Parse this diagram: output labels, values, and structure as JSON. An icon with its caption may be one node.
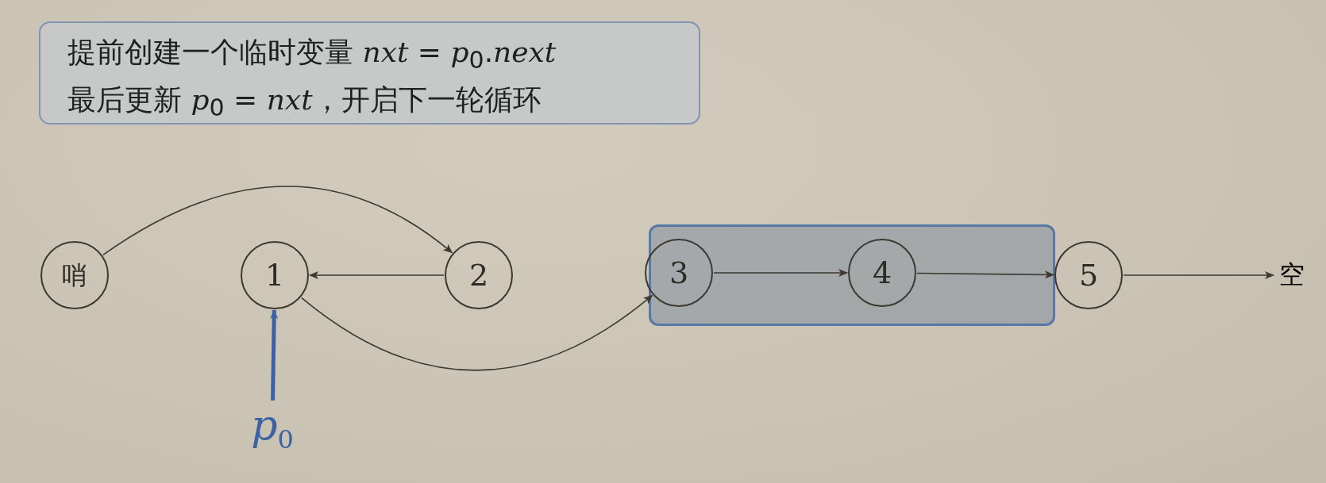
{
  "diagram": {
    "nodes": [
      {
        "text": [
          "提前创建一个临时变量 *nxt* = *p*$_{0}$.*next*",
          "最后更新 *p*$_{0}$ = *nxt*，开启下一轮循环"
        ]
      },
      {
        "text": [
          "哨"
        ]
      },
      {
        "text": [
          "1"
        ]
      },
      {
        "text": [
          "2"
        ]
      },
      {
        "text": [],
        "shape": "box"
      },
      {
        "text": [
          "3"
        ],
        "in": 4
      },
      {
        "text": [
          "4"
        ],
        "in": 4
      },
      {
        "text": [
          "5"
        ]
      },
      {
        "text": [
          "空"
        ]
      },
      {
        "text": [
          "*p*$_{0}$"
        ]
      }
    ],
    "edges": [
      {
        "from": 1,
        "to": 3,
        "arrow": "to"
      },
      {
        "from": 3,
        "to": 2,
        "arrow": "to"
      },
      {
        "from": 2,
        "to": 5,
        "arrow": "to"
      },
      {
        "from": 5,
        "to": 6,
        "arrow": "to"
      },
      {
        "from": 6,
        "to": 7,
        "arrow": "to"
      },
      {
        "from": 7,
        "to": 8,
        "arrow": "to"
      },
      {
        "from": 9,
        "to": 2,
        "arrow": "to",
        "style": "thick",
        "color": "#3b62a3"
      }
    ]
  }
}
